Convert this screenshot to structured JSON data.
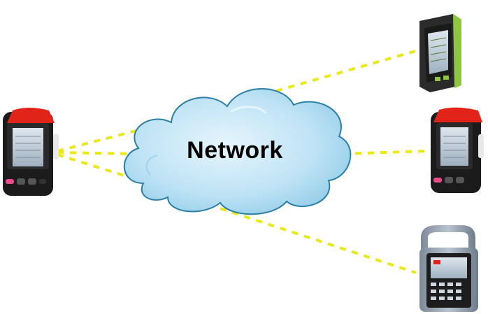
{
  "cloud": {
    "label": "Network",
    "fill": "#bfe3f5",
    "stroke": "#2b7fa6"
  },
  "link_color": "#e8e81a",
  "devices": [
    {
      "role": "source",
      "style": "handheld-red-top"
    },
    {
      "role": "target",
      "style": "handheld-green-tablet"
    },
    {
      "role": "target",
      "style": "handheld-red-top"
    },
    {
      "role": "target",
      "style": "handheld-grey-handle"
    }
  ]
}
